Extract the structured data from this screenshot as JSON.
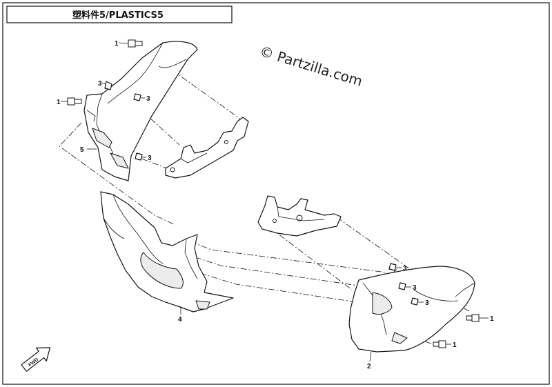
{
  "header": {
    "title": "塑料件5/PLASTICS5"
  },
  "watermark": {
    "text": "© Partzilla.com"
  },
  "callouts": [
    {
      "id": "c1a",
      "label": "1"
    },
    {
      "id": "c1b",
      "label": "1"
    },
    {
      "id": "c1c",
      "label": "1"
    },
    {
      "id": "c1d",
      "label": "1"
    },
    {
      "id": "c2",
      "label": "2"
    },
    {
      "id": "c3a",
      "label": "3"
    },
    {
      "id": "c3b",
      "label": "3"
    },
    {
      "id": "c3c",
      "label": "3"
    },
    {
      "id": "c3d",
      "label": "3"
    },
    {
      "id": "c3e",
      "label": "3"
    },
    {
      "id": "c3f",
      "label": "3"
    },
    {
      "id": "c4",
      "label": "4"
    },
    {
      "id": "c5",
      "label": "5"
    }
  ],
  "orientation_mark": {
    "text": "FWD"
  }
}
